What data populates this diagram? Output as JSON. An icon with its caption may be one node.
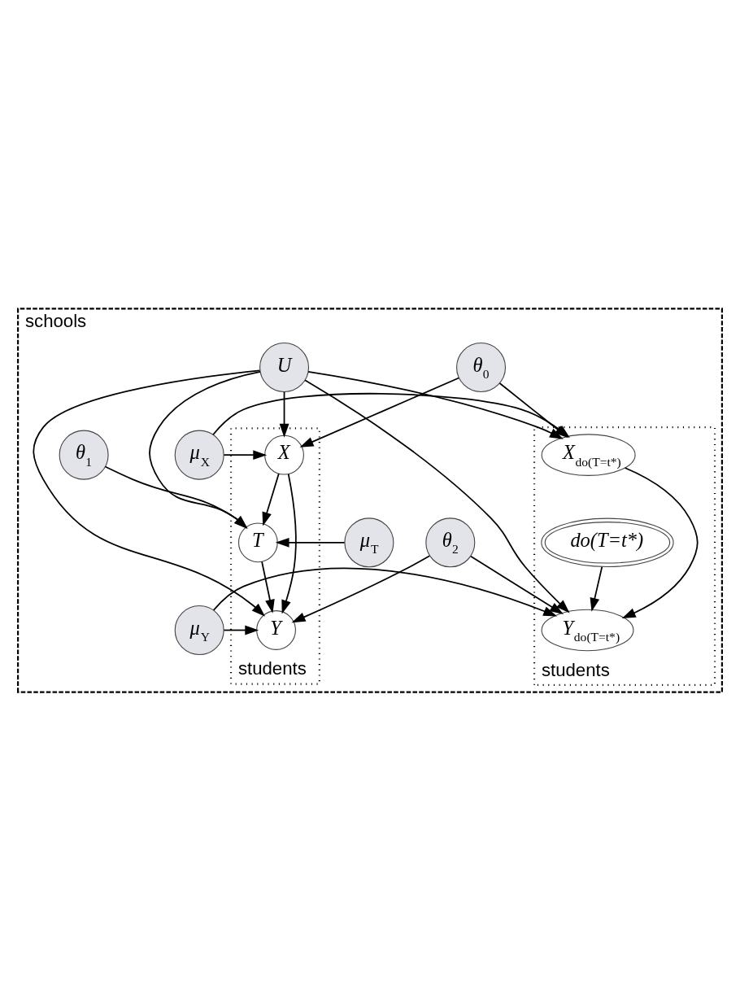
{
  "diagram": {
    "nodes": [
      {
        "text": [
          "schools"
        ]
      },
      {
        "text": [
          "U"
        ],
        "in": 0
      },
      {
        "text": [
          "θ$_{0}$"
        ],
        "in": 0
      },
      {
        "text": [
          "students"
        ],
        "in": 0
      },
      {
        "text": [
          "students"
        ],
        "in": 0
      },
      {
        "text": [
          "X"
        ],
        "in": 3
      },
      {
        "text": [
          "μ$_{X}$"
        ],
        "in": 0
      },
      {
        "text": [
          "X$_{do(T=t*)}$"
        ],
        "in": 4
      },
      {
        "text": [
          "θ$_{1}$"
        ],
        "in": 0
      },
      {
        "text": [
          "T"
        ],
        "in": 3
      },
      {
        "text": [
          "μ$_{T}$"
        ],
        "in": 0
      },
      {
        "text": [
          "do(T=t*)"
        ],
        "in": 4
      },
      {
        "text": [
          "θ$_{2}$"
        ],
        "in": 0
      },
      {
        "text": [
          "Y"
        ],
        "in": 3
      },
      {
        "text": [
          "μ$_{Y}$"
        ],
        "in": 0
      },
      {
        "text": [
          "Y$_{do(T=t*)}$"
        ],
        "in": 4
      }
    ],
    "edges": [
      {
        "from": 1,
        "to": 5,
        "arrow": "to"
      },
      {
        "from": 1,
        "to": 9,
        "arrow": "to"
      },
      {
        "from": 1,
        "to": 13,
        "arrow": "to"
      },
      {
        "from": 1,
        "to": 7,
        "arrow": "to"
      },
      {
        "from": 1,
        "to": 15,
        "arrow": "to"
      },
      {
        "from": 2,
        "to": 5,
        "arrow": "to"
      },
      {
        "from": 2,
        "to": 7,
        "arrow": "to"
      },
      {
        "from": 6,
        "to": 5,
        "arrow": "to"
      },
      {
        "from": 6,
        "to": 7,
        "arrow": "to"
      },
      {
        "from": 5,
        "to": 9,
        "arrow": "to"
      },
      {
        "from": 5,
        "to": 13,
        "arrow": "to"
      },
      {
        "from": 8,
        "to": 9,
        "arrow": "to"
      },
      {
        "from": 10,
        "to": 9,
        "arrow": "to"
      },
      {
        "from": 9,
        "to": 13,
        "arrow": "to"
      },
      {
        "from": 12,
        "to": 13,
        "arrow": "to"
      },
      {
        "from": 12,
        "to": 15,
        "arrow": "to"
      },
      {
        "from": 14,
        "to": 13,
        "arrow": "to"
      },
      {
        "from": 14,
        "to": 15,
        "arrow": "to"
      },
      {
        "from": 7,
        "to": 15,
        "arrow": "to"
      },
      {
        "from": 11,
        "to": 15,
        "arrow": "to"
      }
    ]
  }
}
